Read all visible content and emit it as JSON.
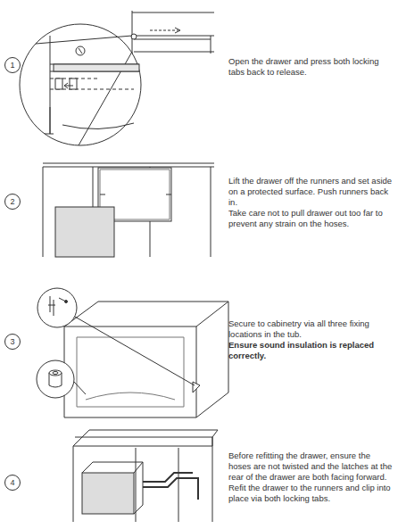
{
  "diagram": {
    "nodes": [
      {
        "text": [
          "1"
        ]
      },
      {
        "text": [
          "2"
        ]
      },
      {
        "text": [
          "3"
        ]
      },
      {
        "text": [
          "4"
        ]
      }
    ],
    "labels": [
      "Open the drawer and press both locking tabs back to release.",
      "Lift the drawer off the runners and set aside on a protected surface. Push runners back in.",
      "Take care not to pull drawer out too far to prevent any strain on the hoses.",
      "Secure to cabinetry via all three fixing locations in the tub.",
      "Ensure sound insulation is replaced correctly.",
      "Before refitting the drawer, ensure the hoses are not twisted and the latches at the rear of the drawer are both facing forward.",
      "Refit the drawer to the runners and clip into place via both locking tabs."
    ]
  }
}
